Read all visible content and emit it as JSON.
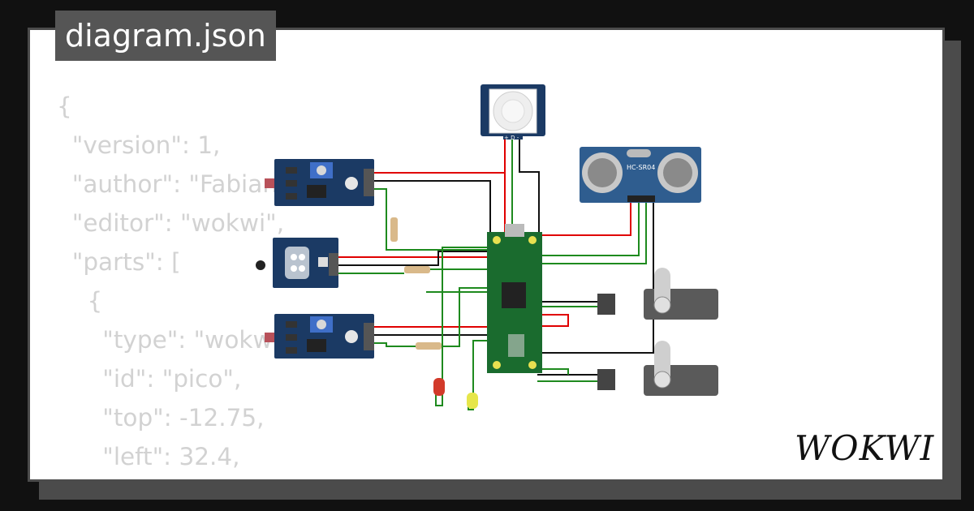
{
  "tab": {
    "title": "diagram.json"
  },
  "code_lines": [
    "{",
    "  \"version\": 1,",
    "  \"author\": \"Fabian",
    "  \"editor\": \"wokwi\",",
    "  \"parts\": [",
    "    {",
    "      \"type\": \"wokwi",
    "      \"id\": \"pico\",",
    "      \"top\": -12.75,",
    "      \"left\": 32.4,"
  ],
  "logo": {
    "text": "WOKWI"
  },
  "parts": {
    "ultrasonic_label": "HC-SR04",
    "pir_pins": "+ D -"
  },
  "colors": {
    "background": "#111111",
    "card": "#ffffff",
    "frame": "#4b4b4b",
    "code_text": "#d2d2d2",
    "module_blue": "#1b3a64",
    "pcb_green": "#1a6b2e",
    "wire_red": "#e00000",
    "wire_green": "#1e8a1e",
    "wire_black": "#111111"
  }
}
